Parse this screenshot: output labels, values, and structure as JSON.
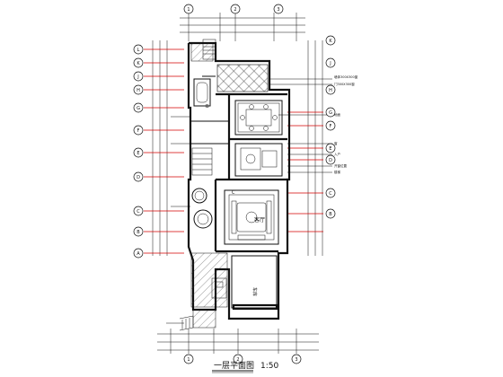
{
  "drawing": {
    "title": "一层平面图",
    "scale": "1:50",
    "rooms": {
      "bath": "B",
      "living": "客厅",
      "dining_label": "C",
      "garage": "车库"
    },
    "notes": {
      "n1": "墙体300X300窗",
      "n2": "门300X300窗",
      "n3": "地面",
      "n4": "窗",
      "n5": "入户",
      "n6": "开窗位置",
      "n7": "楼梯"
    },
    "grid_top": [
      "1",
      "2",
      "3"
    ],
    "grid_bottom": [
      "1",
      "2",
      "3"
    ],
    "grid_left": [
      "L",
      "K",
      "J",
      "H",
      "G",
      "F",
      "E",
      "D",
      "C",
      "B",
      "A"
    ],
    "grid_right": [
      "K",
      "J",
      "H",
      "G",
      "F",
      "E",
      "D",
      "C",
      "B"
    ]
  }
}
